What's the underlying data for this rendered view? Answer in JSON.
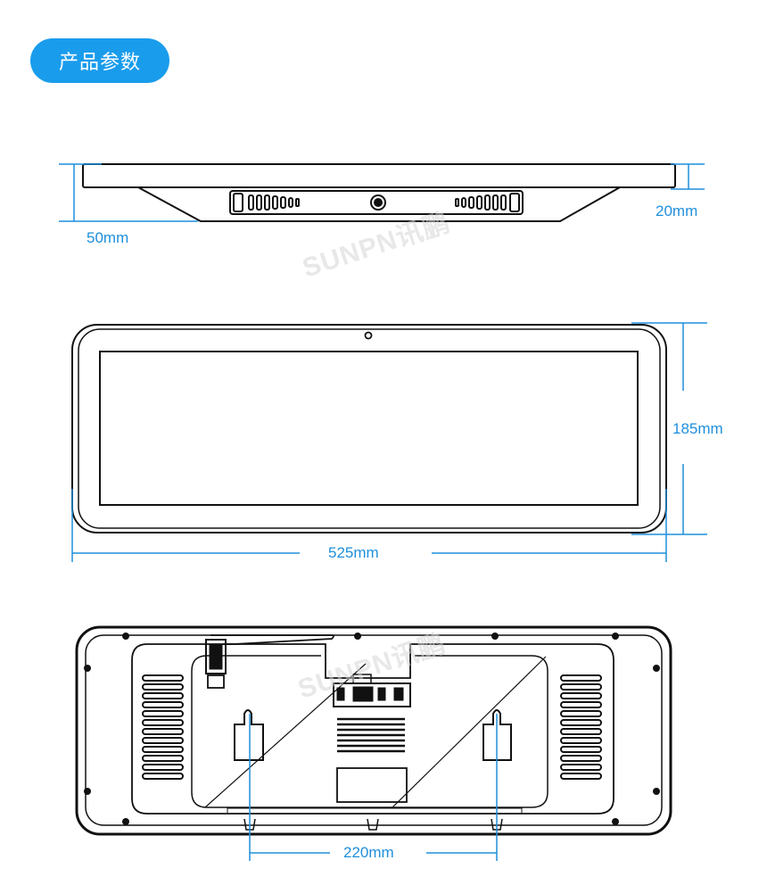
{
  "section": {
    "title": "产品参数"
  },
  "watermark": {
    "text": "SUNPN讯鹏"
  },
  "dimensions": {
    "side_depth": "50mm",
    "side_thickness": "20mm",
    "front_height": "185mm",
    "front_width": "525mm",
    "mount_spacing": "220mm"
  },
  "colors": {
    "accent": "#1a9cec",
    "dimension_line": "#1f8fdc",
    "outline": "#111111"
  }
}
